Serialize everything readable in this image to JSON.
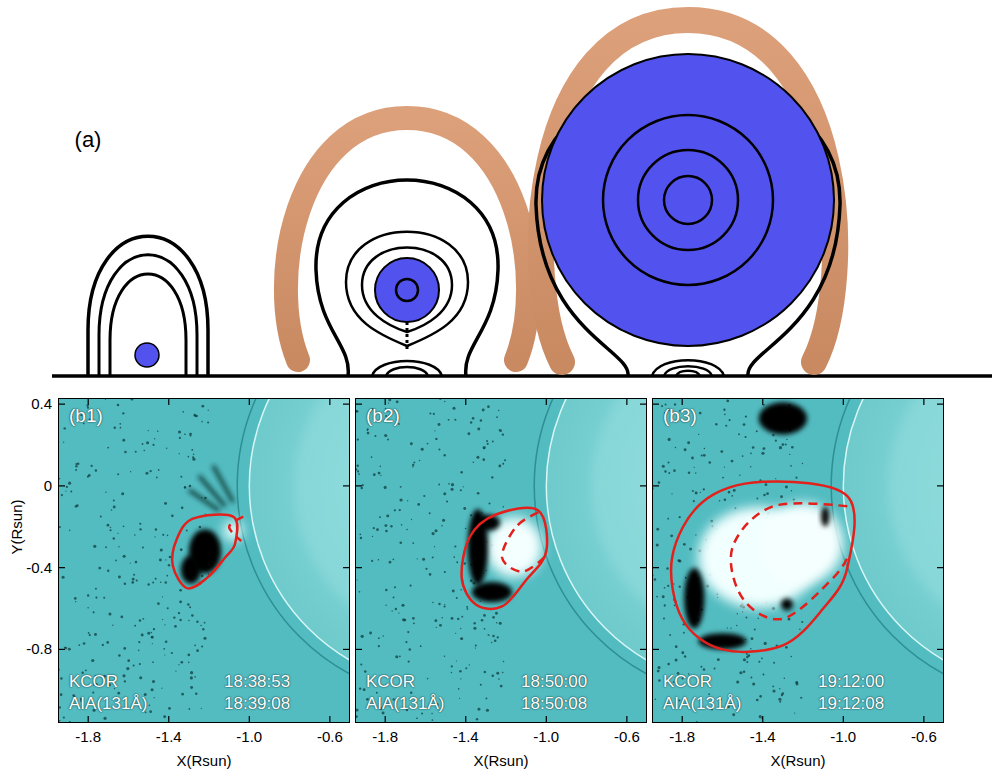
{
  "diagram": {
    "nodes": [
      {
        "text": [
          "(b1)",
          "KCOR",
          "18:38:53",
          "AIA(131Å)",
          "18:39:08"
        ]
      },
      {
        "text": [
          "(b2)",
          "KCOR",
          "18:50:00",
          "AIA(131Å)",
          "18:50:08"
        ]
      },
      {
        "text": [
          "(b3)",
          "KCOR",
          "19:12:00",
          "AIA(131Å)",
          "19:12:08"
        ]
      }
    ],
    "labels": [
      "(a)",
      "0.4",
      "0",
      "-0.4",
      "-0.8",
      "Y(Rsun)",
      "-1.8",
      "-1.4",
      "-1.0",
      "-0.6",
      "X(Rsun)",
      "-1.8",
      "-1.4",
      "-1.0",
      "-0.6",
      "X(Rsun)",
      "-1.8",
      "-1.4",
      "-1.0",
      "-0.6",
      "X(Rsun)"
    ]
  }
}
